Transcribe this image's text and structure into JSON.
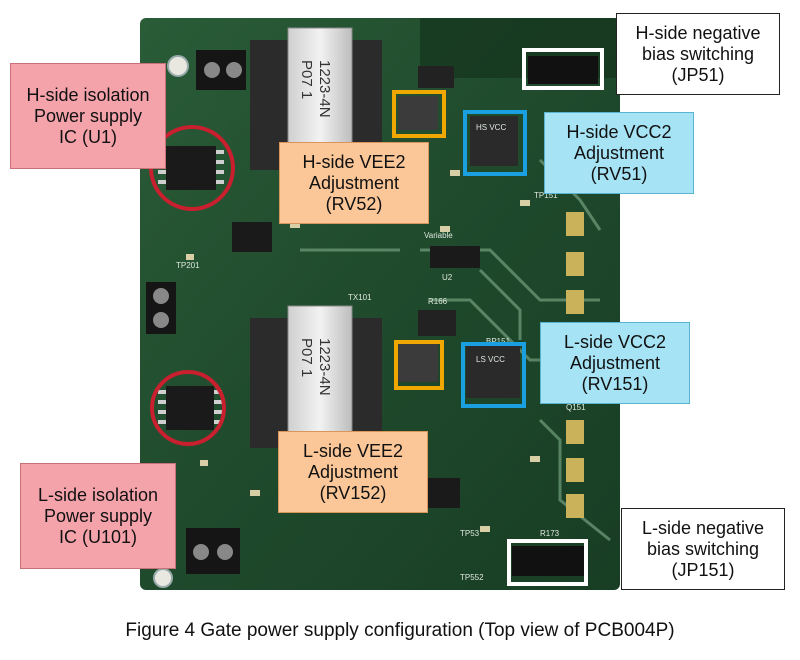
{
  "board": {
    "labels": {
      "t1": "1223-4N",
      "t1b": "P07 1",
      "t2": "1223-4N",
      "t2b": "P07 1",
      "hs": "HS VCC",
      "ls": "LS VCC",
      "jp1": "HS",
      "tp1": "TP201",
      "tp2": "TP151",
      "tp3": "TP53",
      "tp4": "TP552",
      "rb": "R166",
      "rb2": "R173",
      "u2": "U2",
      "tx": "TX101",
      "var": "Variable",
      "q": "Q151",
      "bp": "BP151"
    },
    "colors": {
      "pcb": "#1f4a2c",
      "red_ring": "#c8202e",
      "orange_box": "#f0a800",
      "blue_box": "#1a9fe0",
      "white_box": "#ffffff"
    }
  },
  "callouts": {
    "h_iso": "H-side isolation\nPower supply\nIC (U1)",
    "h_vee2": "H-side VEE2\nAdjustment\n(RV52)",
    "h_vcc2": "H-side VCC2\nAdjustment\n(RV51)",
    "h_neg": "H-side negative\nbias switching\n(JP51)",
    "l_iso": "L-side isolation\nPower supply\nIC (U101)",
    "l_vee2": "L-side VEE2\nAdjustment\n(RV152)",
    "l_vcc2": "L-side VCC2\nAdjustment\n(RV151)",
    "l_neg": "L-side negative\nbias switching\n(JP151)"
  },
  "caption": "Figure 4 Gate power supply configuration (Top view of PCB004P)"
}
